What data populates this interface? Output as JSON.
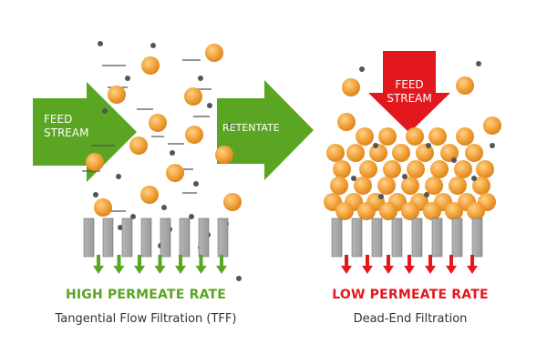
{
  "colors": {
    "green": "#5aa521",
    "green_dark": "#3f8f12",
    "red": "#e3171e",
    "orange": "#f2a33a",
    "particle": "#555555",
    "membrane": "#9b9b9b",
    "membrane_edge": "#6f6f6f",
    "caption": "#333333"
  },
  "tff": {
    "feed_label_line1": "FEED",
    "feed_label_line2": "STREAM",
    "retentate_label": "RETENTATE",
    "rate_label": "HIGH PERMEATE RATE",
    "caption": "Tangential Flow Filtration (TFF)",
    "permeate_arrow_count": 7
  },
  "dead_end": {
    "feed_label_line1": "FEED",
    "feed_label_line2": "STREAM",
    "rate_label": "LOW PERMEATE RATE",
    "caption": "Dead-End Filtration",
    "permeate_arrow_count": 7
  }
}
